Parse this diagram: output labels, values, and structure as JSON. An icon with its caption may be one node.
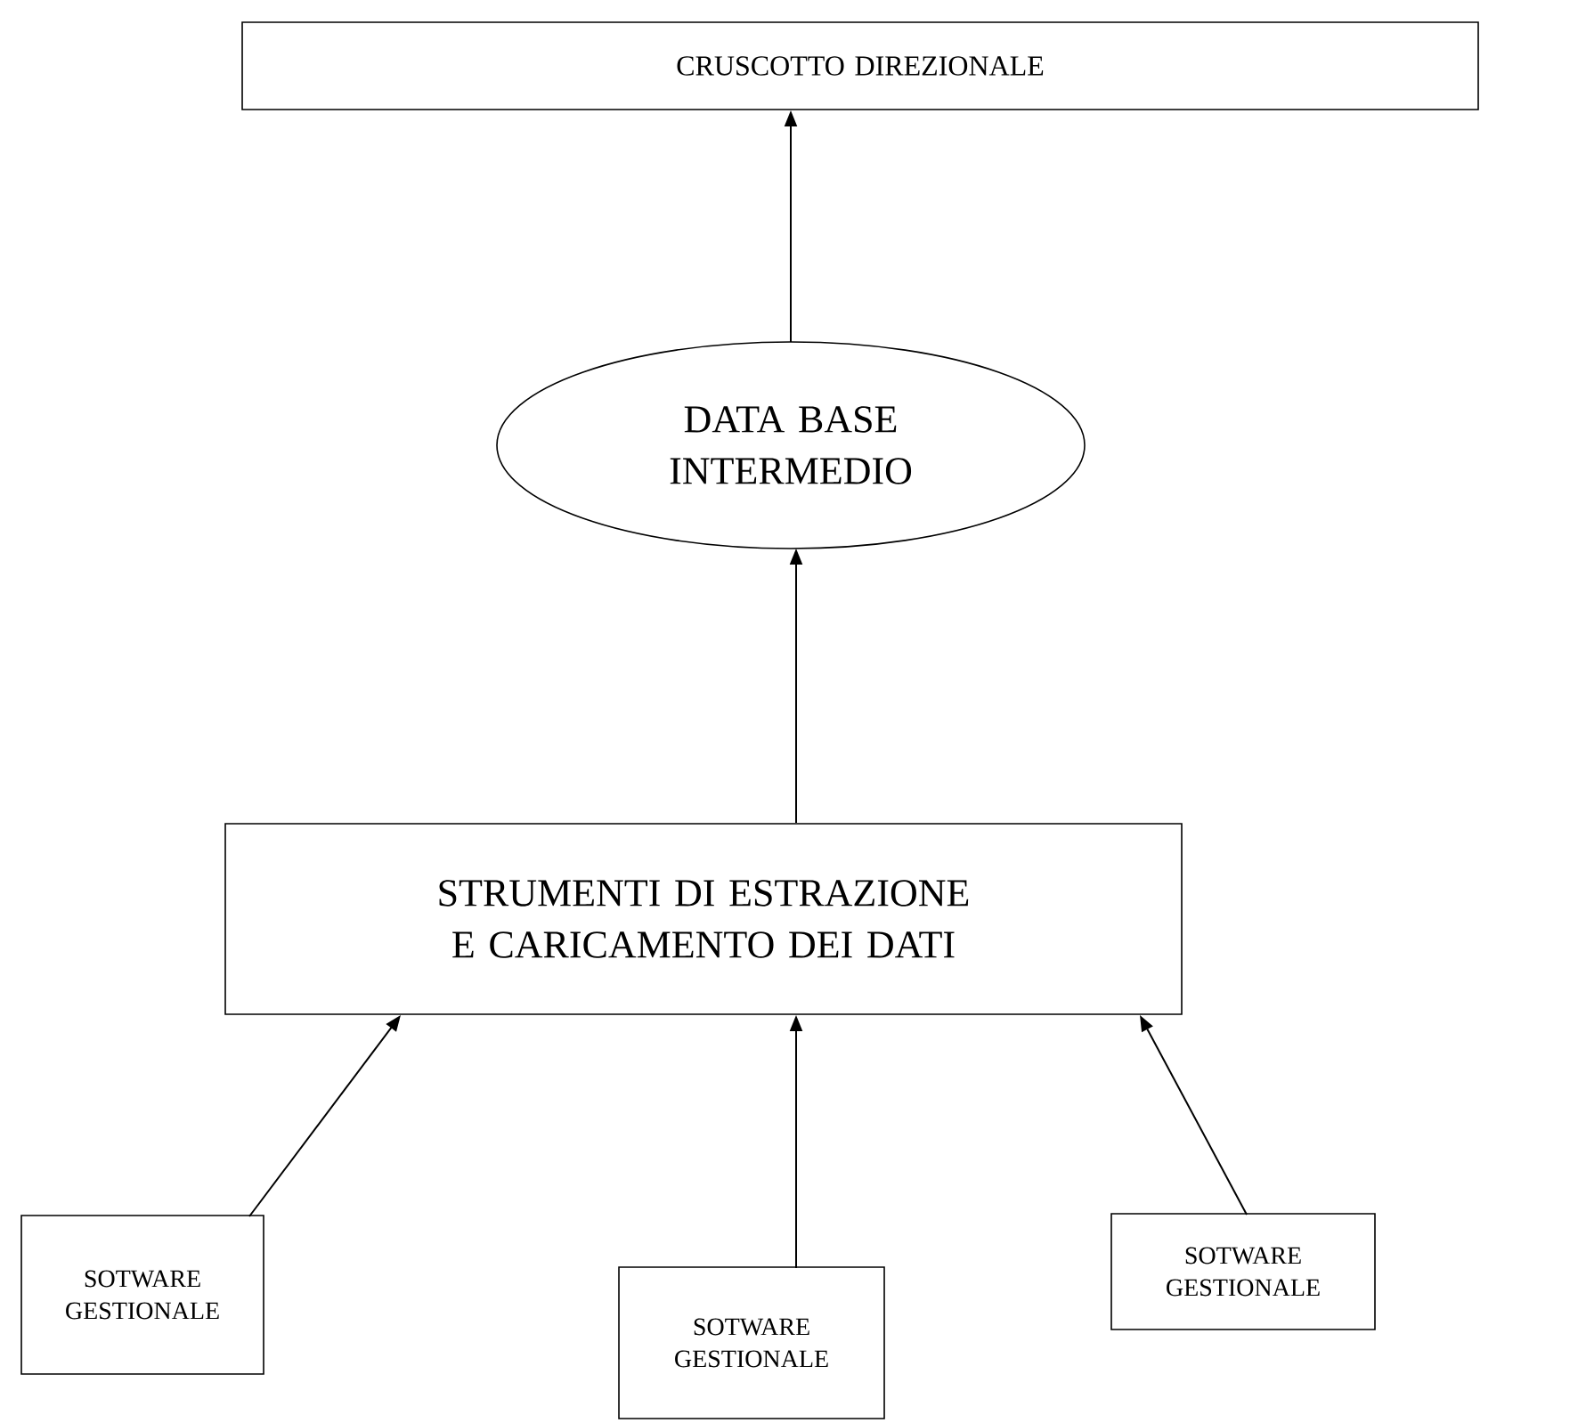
{
  "diagram": {
    "nodes": [
      {
        "text": [
          "CRUSCOTTO DIREZIONALE"
        ]
      },
      {
        "text": [
          "DATA BASE INTERMEDIO"
        ]
      },
      {
        "text": [
          "STRUMENTI DI ESTRAZIONE E CARICAMENTO DEI DATI"
        ]
      },
      {
        "text": [
          "SOTWARE GESTIONALE"
        ]
      },
      {
        "text": [
          "SOTWARE GESTIONALE"
        ]
      },
      {
        "text": [
          "SOTWARE GESTIONALE"
        ]
      }
    ],
    "edges": [
      {
        "from": 3,
        "to": 2,
        "arrow": "to"
      },
      {
        "from": 4,
        "to": 2,
        "arrow": "to"
      },
      {
        "from": 5,
        "to": 2,
        "arrow": "to"
      },
      {
        "from": 2,
        "to": 1,
        "arrow": "to"
      },
      {
        "from": 1,
        "to": 0,
        "arrow": "to"
      }
    ]
  }
}
